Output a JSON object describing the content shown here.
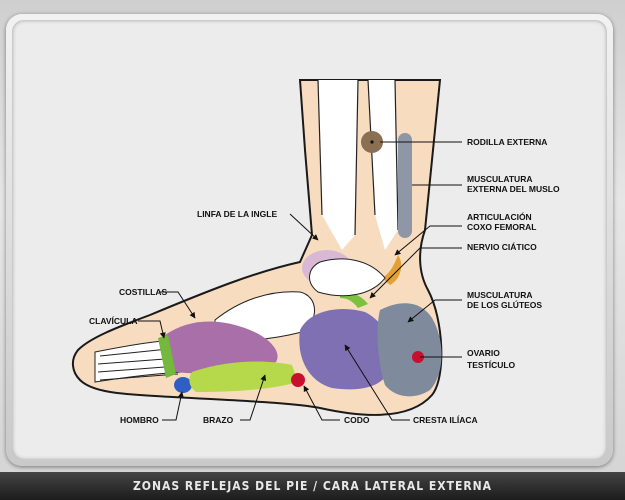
{
  "caption": "ZONAS REFLEJAS DEL PIE / CARA LATERAL EXTERNA",
  "labels": {
    "rodilla": "RODILLA EXTERNA",
    "muslo_1": "MUSCULATURA",
    "muslo_2": "EXTERNA DEL MUSLO",
    "linfa": "LINFA DE LA INGLE",
    "articulacion_1": "ARTICULACIÓN",
    "articulacion_2": "COXO FEMORAL",
    "nervio": "NERVIO CIÁTICO",
    "costillas": "COSTILLAS",
    "gluteos_1": "MUSCULATURA",
    "gluteos_2": "DE LOS GLÚTEOS",
    "clavicula": "CLAVÍCULA",
    "ovario_1": "OVARIO",
    "ovario_2": "TESTÍCULO",
    "hombro": "HOMBRO",
    "brazo": "BRAZO",
    "codo": "CODO",
    "cresta": "CRESTA ILÍACA"
  },
  "colors": {
    "skin": "#f7dcc0",
    "skin_outline": "#1a1a1a",
    "bone": "#ffffff",
    "knee": "#8b6f52",
    "thigh": "#8f96a5",
    "lymph": "#d9b8d6",
    "hip": "#e5a033",
    "sciatic": "#7cc23f",
    "ribs": "#a86fa8",
    "gluteus": "#7f8a9c",
    "clavicle": "#74b83c",
    "ovary": "#c8102e",
    "shoulder": "#2f5ec4",
    "arm": "#b5d94b",
    "elbow": "#c8102e",
    "iliac": "#7f6fb3"
  }
}
